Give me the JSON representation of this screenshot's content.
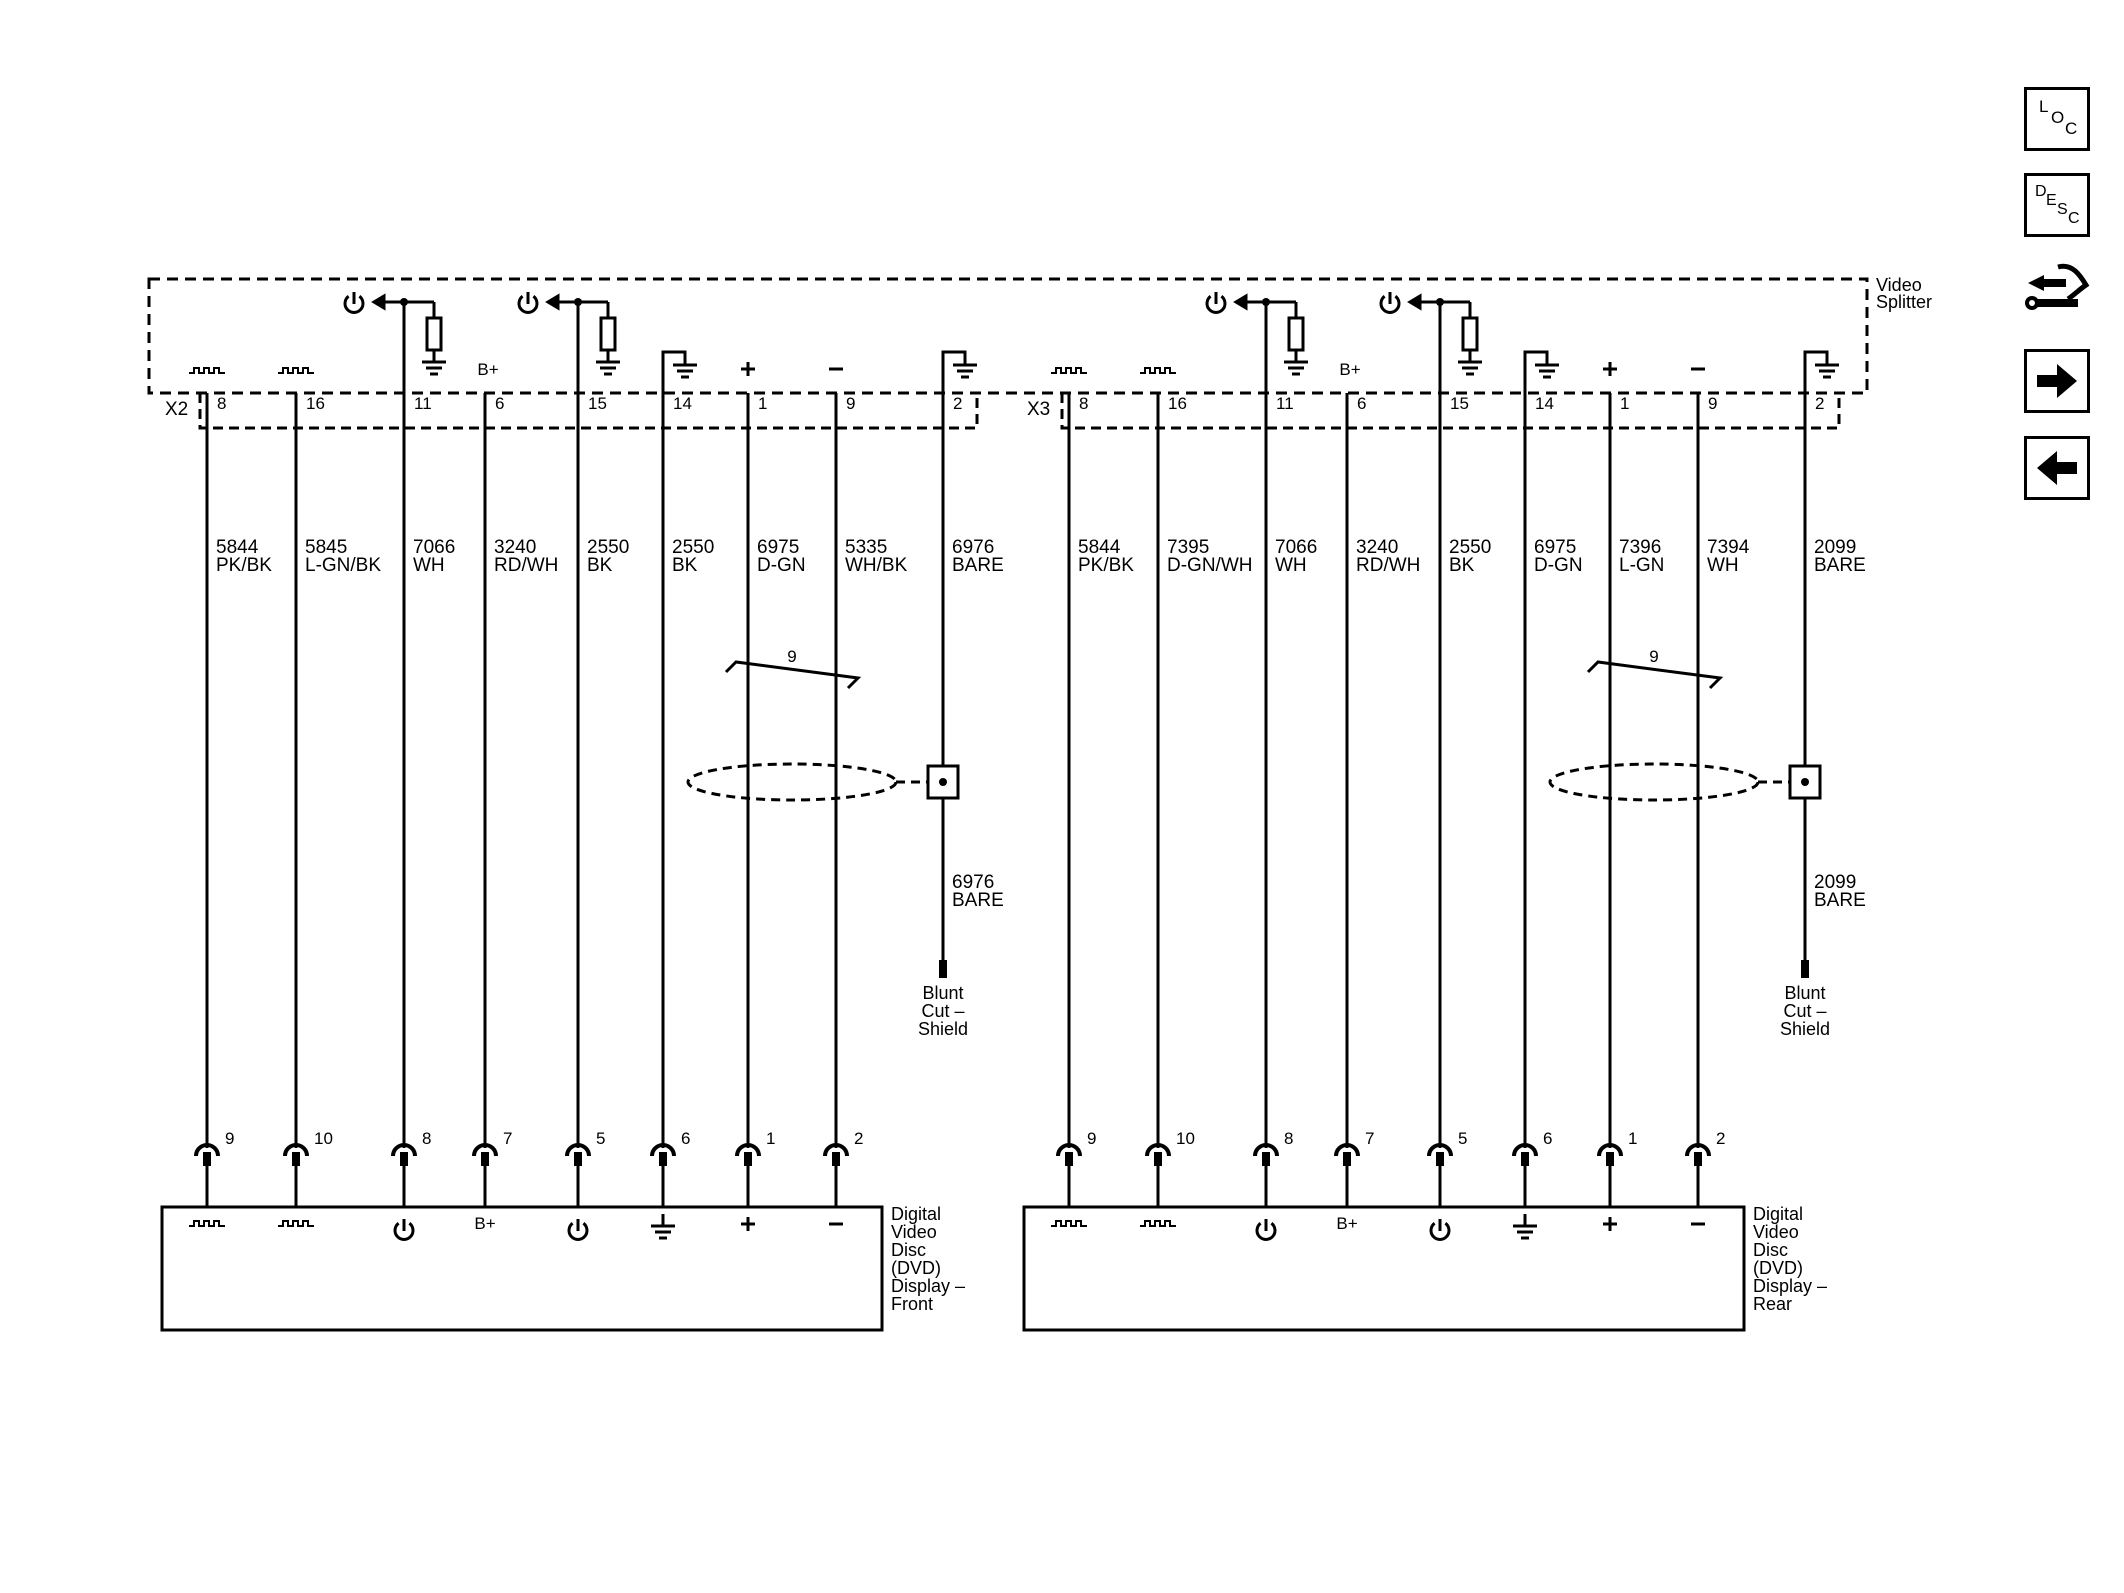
{
  "splitter_label": [
    "Video",
    "Splitter"
  ],
  "nav": {
    "loc": [
      "L",
      "O",
      "C"
    ],
    "desc": [
      "D",
      "E",
      "S",
      "C"
    ]
  },
  "blocks": [
    {
      "connector": "X2",
      "display_label": [
        "Digital",
        "Video",
        "Disc",
        "(DVD)",
        "Display –",
        "Front"
      ],
      "shield_label": [
        "Blunt",
        "Cut –",
        "Shield"
      ],
      "twist_label": "9",
      "shield_wire": {
        "circuit": "6976",
        "color": "BARE"
      },
      "pins": [
        {
          "sym": "video",
          "top_pin": "8",
          "circuit": "5844",
          "color": "PK/BK",
          "bot_pin": "9"
        },
        {
          "sym": "video",
          "top_pin": "16",
          "circuit": "5845",
          "color": "L-GN/BK",
          "bot_pin": "10"
        },
        {
          "sym": "power",
          "top_pin": "11",
          "circuit": "7066",
          "color": "WH",
          "bot_pin": "8"
        },
        {
          "sym": "bplus",
          "top_pin": "6",
          "circuit": "3240",
          "color": "RD/WH",
          "bot_pin": "7"
        },
        {
          "sym": "power",
          "top_pin": "15",
          "circuit": "2550",
          "color": "BK",
          "bot_pin": "5"
        },
        {
          "sym": "ground",
          "top_pin": "14",
          "circuit": "2550",
          "color": "BK",
          "bot_pin": "6"
        },
        {
          "sym": "plus",
          "top_pin": "1",
          "circuit": "6975",
          "color": "D-GN",
          "bot_pin": "1"
        },
        {
          "sym": "minus",
          "top_pin": "9",
          "circuit": "5335",
          "color": "WH/BK",
          "bot_pin": "2"
        },
        {
          "sym": "shield",
          "top_pin": "2",
          "circuit": "6976",
          "color": "BARE",
          "bot_pin": ""
        }
      ]
    },
    {
      "connector": "X3",
      "display_label": [
        "Digital",
        "Video",
        "Disc",
        "(DVD)",
        "Display –",
        "Rear"
      ],
      "shield_label": [
        "Blunt",
        "Cut –",
        "Shield"
      ],
      "twist_label": "9",
      "shield_wire": {
        "circuit": "2099",
        "color": "BARE"
      },
      "pins": [
        {
          "sym": "video",
          "top_pin": "8",
          "circuit": "5844",
          "color": "PK/BK",
          "bot_pin": "9"
        },
        {
          "sym": "video",
          "top_pin": "16",
          "circuit": "7395",
          "color": "D-GN/WH",
          "bot_pin": "10"
        },
        {
          "sym": "power",
          "top_pin": "11",
          "circuit": "7066",
          "color": "WH",
          "bot_pin": "8"
        },
        {
          "sym": "bplus",
          "top_pin": "6",
          "circuit": "3240",
          "color": "RD/WH",
          "bot_pin": "7"
        },
        {
          "sym": "power",
          "top_pin": "15",
          "circuit": "2550",
          "color": "BK",
          "bot_pin": "5"
        },
        {
          "sym": "ground",
          "top_pin": "14",
          "circuit": "6975",
          "color": "D-GN",
          "bot_pin": "6"
        },
        {
          "sym": "plus",
          "top_pin": "1",
          "circuit": "7396",
          "color": "L-GN",
          "bot_pin": "1"
        },
        {
          "sym": "minus",
          "top_pin": "9",
          "circuit": "7394",
          "color": "WH",
          "bot_pin": "2"
        },
        {
          "sym": "shield",
          "top_pin": "2",
          "circuit": "2099",
          "color": "BARE",
          "bot_pin": ""
        }
      ]
    }
  ]
}
